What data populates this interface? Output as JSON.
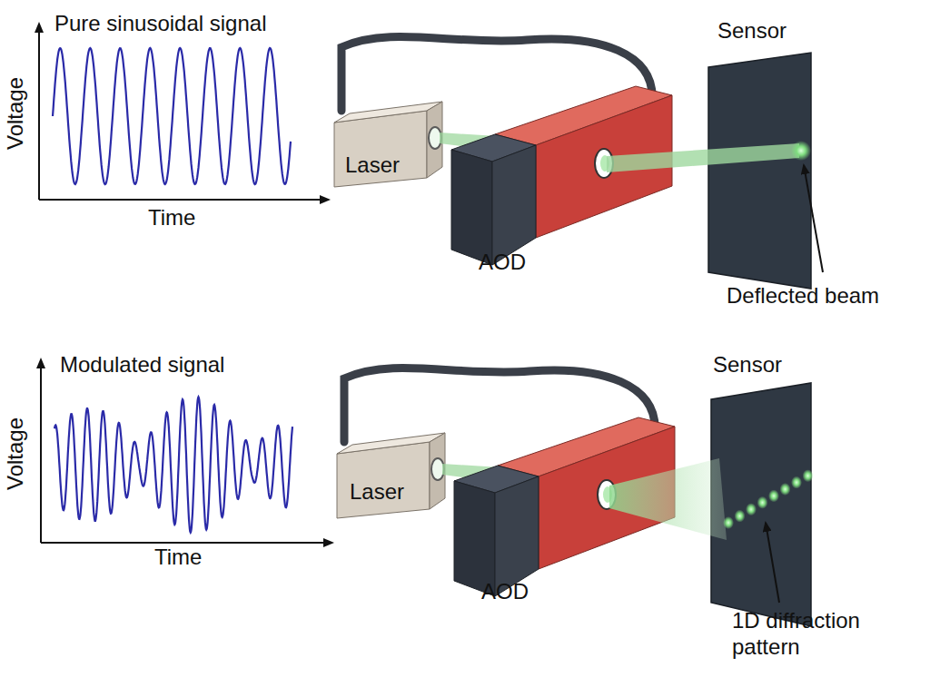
{
  "diagram": {
    "labels": [
      "Pure sinusoidal signal",
      "Voltage",
      "Time",
      "Laser",
      "AOD",
      "Sensor",
      "Deflected beam",
      "Modulated signal",
      "Voltage",
      "Time",
      "Laser",
      "AOD",
      "Sensor",
      "1D diffraction pattern"
    ]
  }
}
